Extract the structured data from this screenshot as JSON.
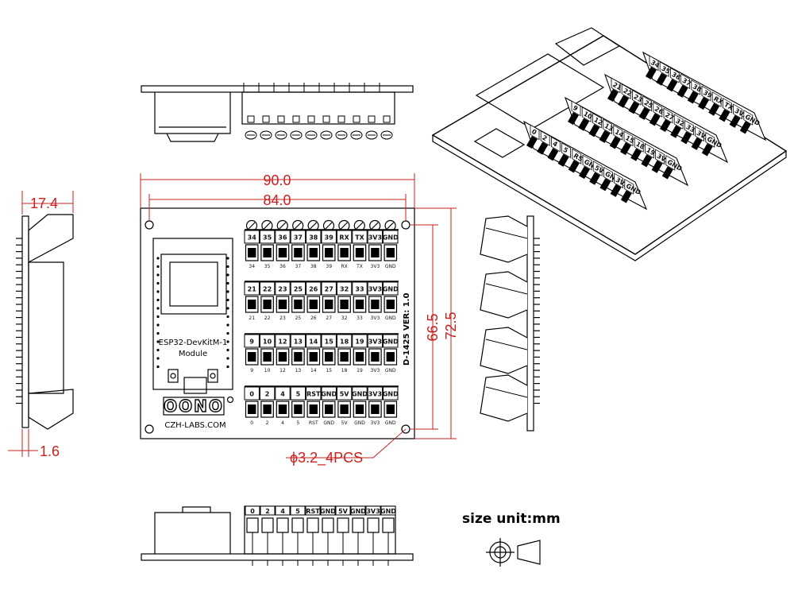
{
  "dimensions": {
    "width_outer": "90.0",
    "width_holes": "84.0",
    "height_outer": "72.5",
    "height_holes": "66.5",
    "depth": "17.4",
    "thickness": "1.6",
    "hole_note": "ϕ3.2_4PCS"
  },
  "board": {
    "module_label_line1": "ESP32-DevKitM-1",
    "module_label_line2": "Module",
    "brand": "CZH-LABS.COM",
    "logo_text": "OONO",
    "version": "D-1425 VER: 1.0"
  },
  "pin_rows": [
    [
      "34",
      "35",
      "36",
      "37",
      "38",
      "39",
      "RX",
      "TX",
      "3V3",
      "GND"
    ],
    [
      "21",
      "22",
      "23",
      "25",
      "26",
      "27",
      "32",
      "33",
      "3V3",
      "GND"
    ],
    [
      "9",
      "10",
      "12",
      "13",
      "14",
      "15",
      "18",
      "19",
      "3V3",
      "GND"
    ],
    [
      "0",
      "2",
      "4",
      "5",
      "RST",
      "GND",
      "5V",
      "GND",
      "3V3",
      "GND"
    ]
  ],
  "footer": {
    "size_unit": "size unit:mm"
  },
  "colors": {
    "dimension": "#c8201f",
    "outline": "#000000",
    "board_fill": "#ffffff"
  }
}
